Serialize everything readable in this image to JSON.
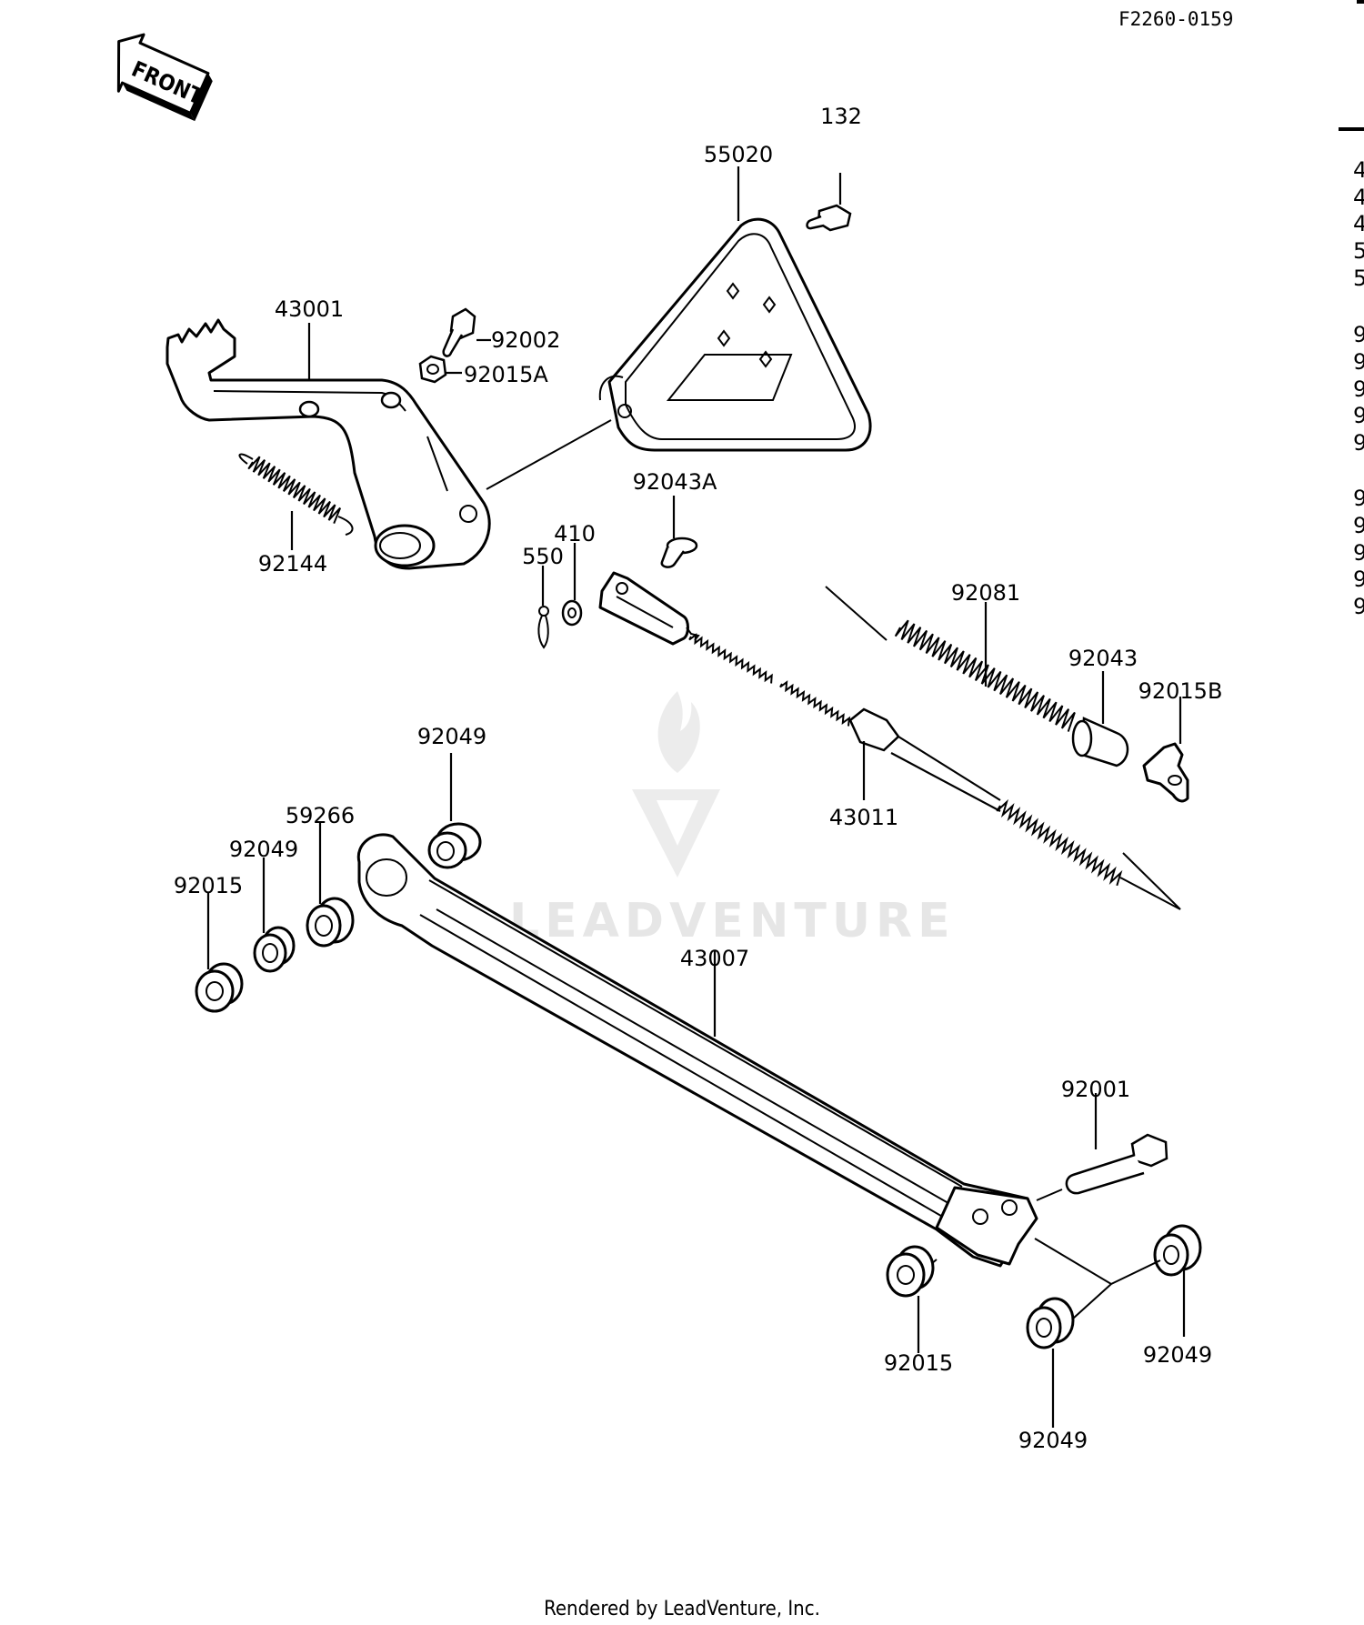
{
  "figure_code": "F2260-0159",
  "front_label": "FRONT",
  "watermark": "LEADVENTURE",
  "footer": "Rendered by LeadVenture, Inc.",
  "parts": {
    "p132": "132",
    "p55020": "55020",
    "p43001": "43001",
    "p92002": "92002",
    "p92015A": "92015A",
    "p92144": "92144",
    "p92043A": "92043A",
    "p410": "410",
    "p550": "550",
    "p92081": "92081",
    "p92043": "92043",
    "p92015B": "92015B",
    "p43011": "43011",
    "p92049_top": "92049",
    "p59266": "59266",
    "p92049_left": "92049",
    "p92015_left": "92015",
    "p43007": "43007",
    "p92001": "92001",
    "p92015_bottom": "92015",
    "p92049_right": "92049",
    "p92049_bottom": "92049"
  },
  "margin_glyphs": [
    "4",
    "4",
    "4",
    "5",
    "5",
    "9",
    "9",
    "9",
    "9",
    "9",
    "9",
    "9",
    "9",
    "9",
    "9"
  ]
}
